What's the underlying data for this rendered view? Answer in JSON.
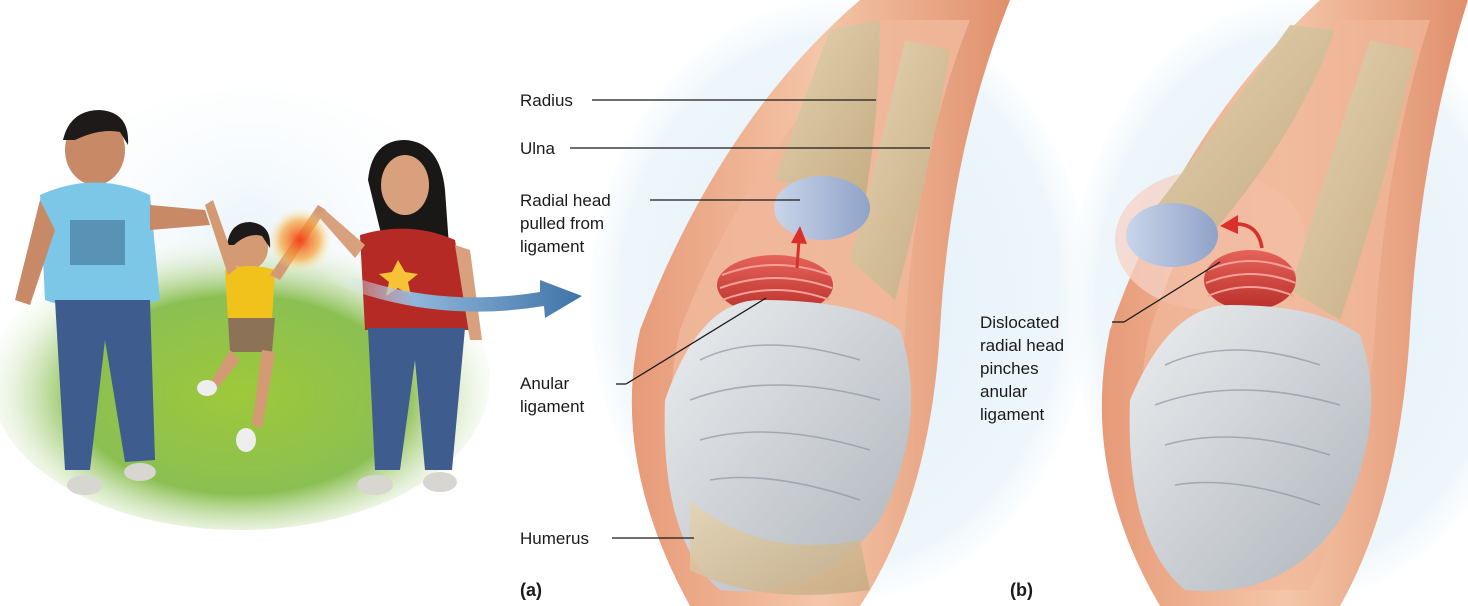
{
  "labels": {
    "radius": "Radius",
    "ulna": "Ulna",
    "radial_head_line1": "Radial head",
    "radial_head_line2": "pulled from",
    "radial_head_line3": "ligament",
    "anular_line1": "Anular",
    "anular_line2": "ligament",
    "humerus": "Humerus",
    "dislocated_line1": "Dislocated",
    "dislocated_line2": "radial head",
    "dislocated_line3": "pinches",
    "dislocated_line4": "anular",
    "dislocated_line5": "ligament"
  },
  "panels": {
    "a": "(a)",
    "b": "(b)"
  },
  "colors": {
    "skin": "#e7a07e",
    "bone": "#d8c4a0",
    "ligament": "#d9443e",
    "cartilage": "#a9b9d8",
    "tendon": "#c9cdd2",
    "background_glow": "#dcecf6",
    "arrow": "#d9302a",
    "flow_arrow": "#3f73a8"
  }
}
